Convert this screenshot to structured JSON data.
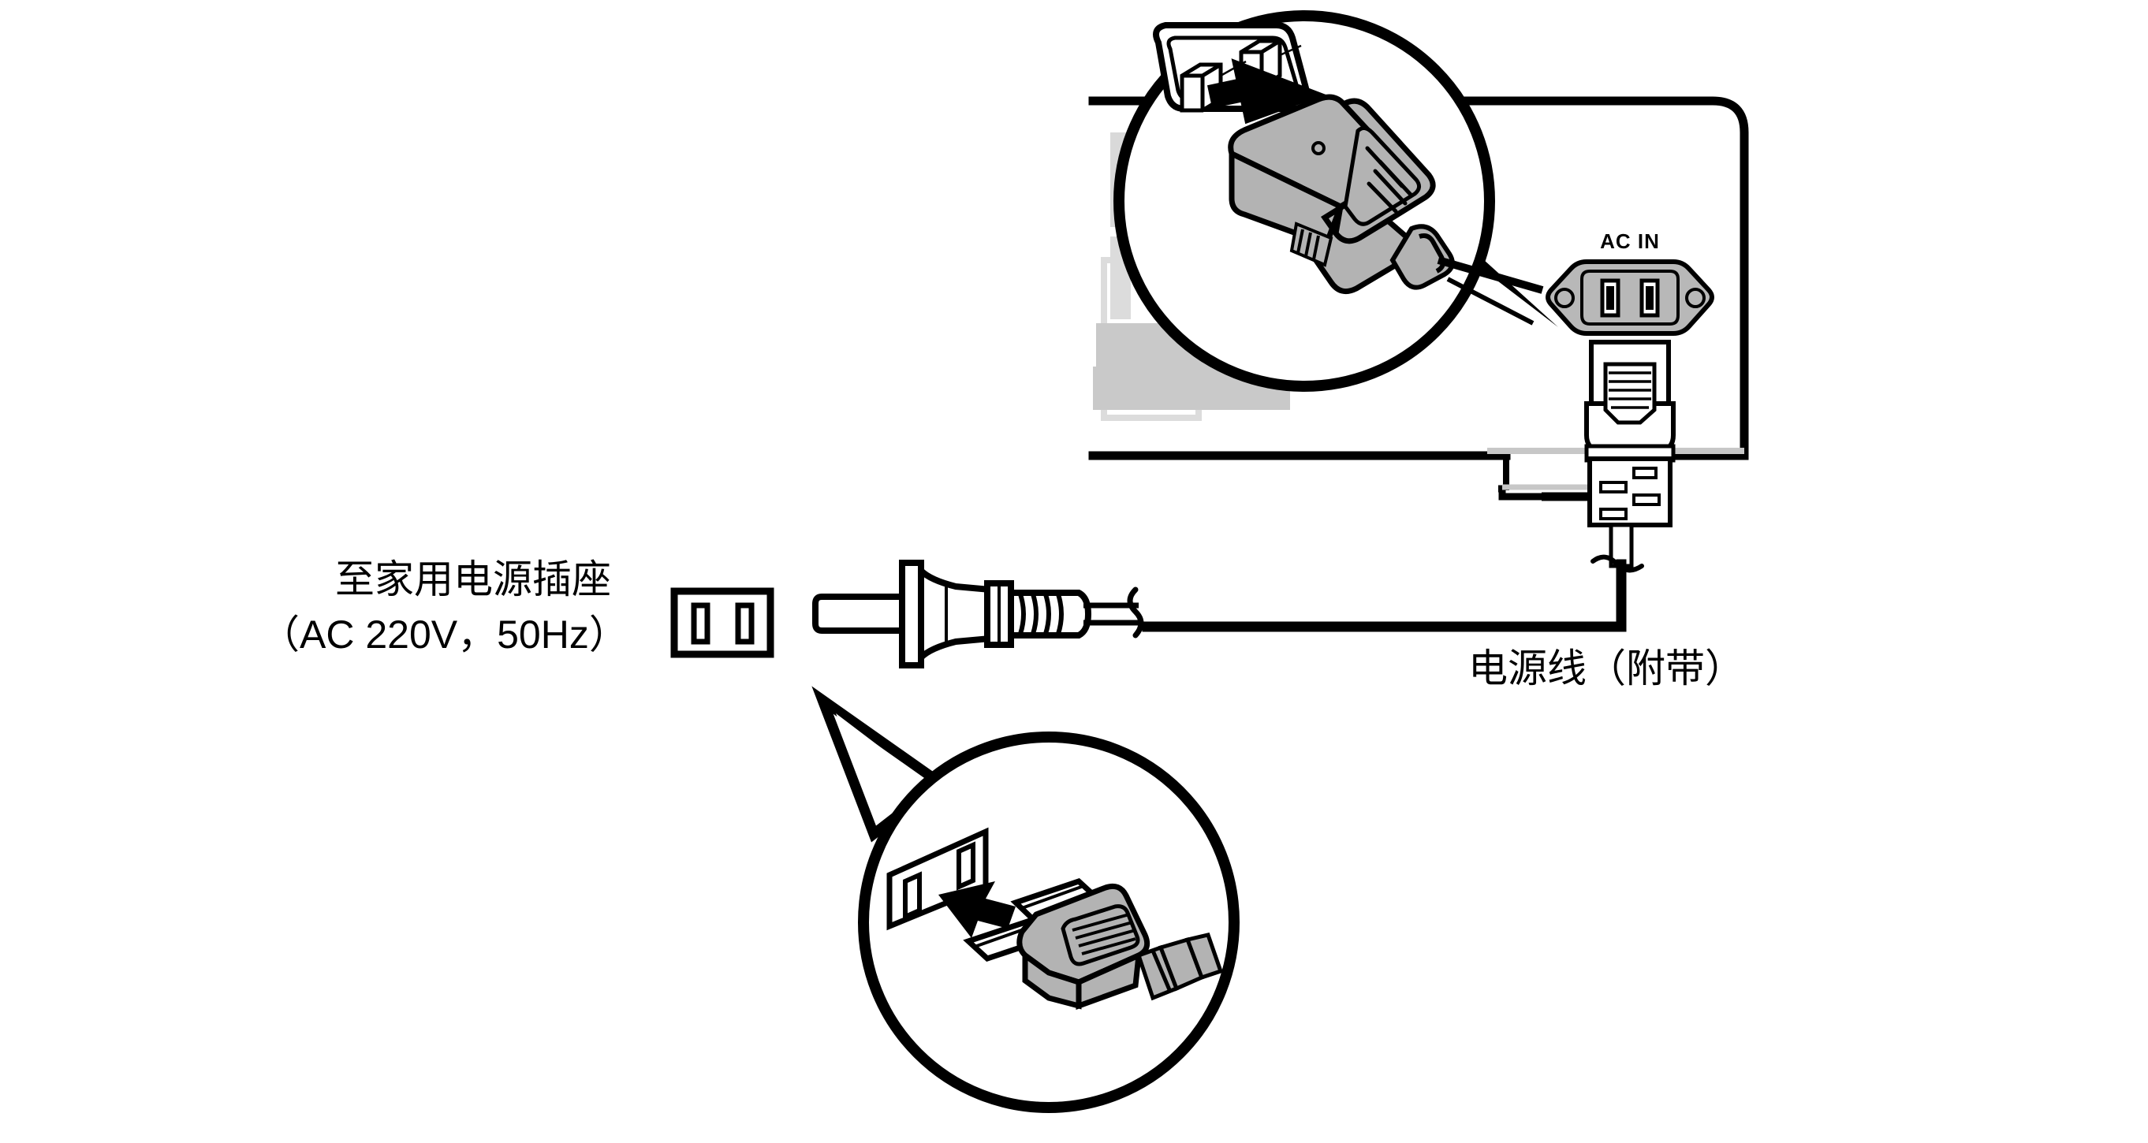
{
  "diagram": {
    "title": "Power Cord Connection",
    "background_color": "#ffffff",
    "line_color": "#000000",
    "gray_fill": "#b3b3b3",
    "light_gray": "#d4d4d4"
  },
  "labels": {
    "wall_outlet_line1": "至家用电源插座",
    "wall_outlet_line2": "（AC 220V，50Hz）",
    "power_cord": "电源线（附带）",
    "ac_inlet": "AC IN"
  },
  "specs": {
    "voltage": "AC 220V",
    "frequency": "50Hz"
  },
  "callouts": [
    {
      "name": "ac-inlet-detail",
      "description": "IEC C13 connector inserted into AC IN inlet",
      "arrow": "insert-arrow"
    },
    {
      "name": "wall-plug-detail",
      "description": "Two-prong plug inserted into household wall outlet",
      "arrow": "insert-arrow"
    }
  ],
  "icons": {
    "outlet_symbol": "wall-outlet-icon",
    "inlet_symbol": "ac-inlet-icon",
    "arrow_symbol": "insertion-arrow-icon"
  }
}
